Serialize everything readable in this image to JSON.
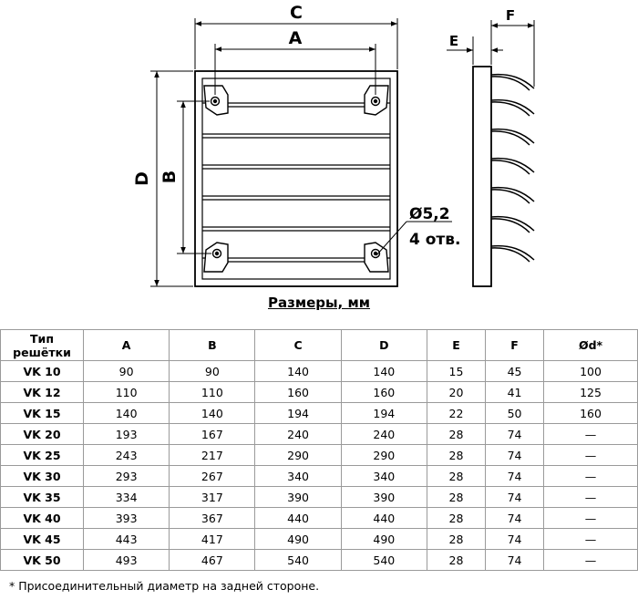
{
  "drawing": {
    "labels": {
      "c": "C",
      "a": "A",
      "d": "D",
      "b": "B",
      "e": "E",
      "f": "F",
      "hole_diameter": "Ø5,2",
      "hole_count": "4 отв."
    }
  },
  "title": "Размеры, мм",
  "table": {
    "headers": [
      "Тип решётки",
      "A",
      "B",
      "C",
      "D",
      "E",
      "F",
      "Ød*"
    ],
    "rows": [
      [
        "VK 10",
        "90",
        "90",
        "140",
        "140",
        "15",
        "45",
        "100"
      ],
      [
        "VK 12",
        "110",
        "110",
        "160",
        "160",
        "20",
        "41",
        "125"
      ],
      [
        "VK 15",
        "140",
        "140",
        "194",
        "194",
        "22",
        "50",
        "160"
      ],
      [
        "VK 20",
        "193",
        "167",
        "240",
        "240",
        "28",
        "74",
        "—"
      ],
      [
        "VK 25",
        "243",
        "217",
        "290",
        "290",
        "28",
        "74",
        "—"
      ],
      [
        "VK 30",
        "293",
        "267",
        "340",
        "340",
        "28",
        "74",
        "—"
      ],
      [
        "VK 35",
        "334",
        "317",
        "390",
        "390",
        "28",
        "74",
        "—"
      ],
      [
        "VK 40",
        "393",
        "367",
        "440",
        "440",
        "28",
        "74",
        "—"
      ],
      [
        "VK 45",
        "443",
        "417",
        "490",
        "490",
        "28",
        "74",
        "—"
      ],
      [
        "VK 50",
        "493",
        "467",
        "540",
        "540",
        "28",
        "74",
        "—"
      ]
    ]
  },
  "footnote": "* Присоединительный диаметр на задней стороне."
}
